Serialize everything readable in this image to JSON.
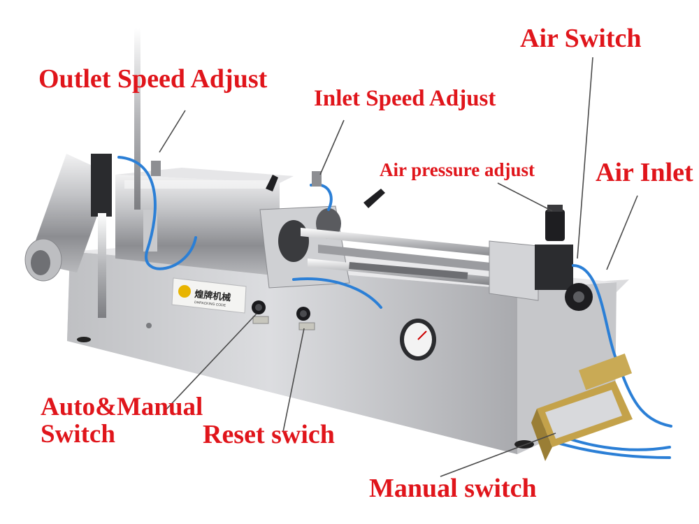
{
  "labels": {
    "outlet_speed": "Outlet Speed Adjust",
    "inlet_speed": "Inlet Speed Adjust",
    "air_switch": "Air Switch",
    "air_pressure": "Air pressure adjust",
    "air_inlet": "Air Inlet",
    "auto_manual_line1": "Auto&Manual",
    "auto_manual_line2": "Switch",
    "reset_switch": "Reset swich",
    "manual_switch": "Manual switch"
  },
  "nameplate": {
    "brand": "煌牌机械",
    "sub": "DHPACKING CODE"
  },
  "colors": {
    "label": "#e0151b",
    "leader": "#4a4a4a",
    "steel_light": "#d9d9db",
    "steel_dark": "#8e8f93",
    "hose": "#2b7fd6"
  }
}
